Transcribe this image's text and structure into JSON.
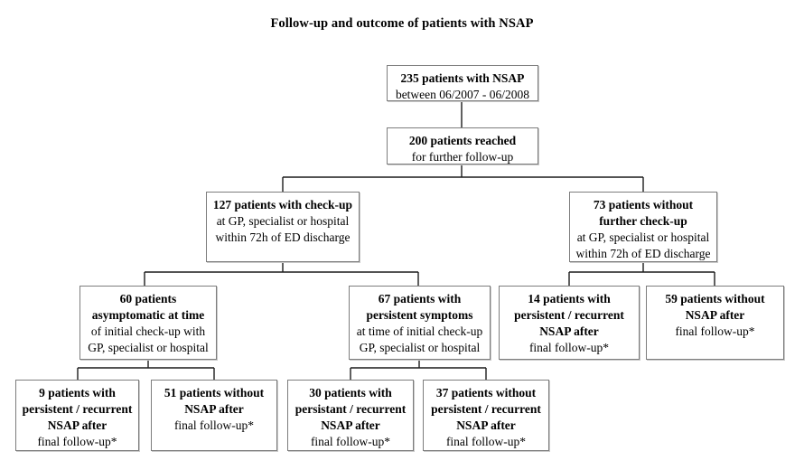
{
  "title": "Follow-up and outcome of patients with NSAP",
  "boxes": {
    "b235": {
      "lines": [
        "235 patients with NSAP",
        "between 06/2007 - 06/2008"
      ]
    },
    "b200": {
      "lines": [
        "200 patients reached",
        "for further follow-up"
      ]
    },
    "b127": {
      "lines": [
        "127 patients with check-up",
        "at GP, specialist or hospital",
        "within 72h of ED discharge"
      ]
    },
    "b73": {
      "lines": [
        "73 patients without",
        "further check-up",
        "at GP, specialist or hospital",
        "within 72h of ED discharge"
      ]
    },
    "b60": {
      "lines": [
        "60 patients",
        "asymptomatic at time",
        "of initial check-up with",
        "GP, specialist or hospital"
      ]
    },
    "b67": {
      "lines": [
        "67 patients with",
        "persistent symptoms",
        "at time of initial check-up",
        "GP, specialist or hospital"
      ]
    },
    "b14": {
      "lines": [
        "14 patients with",
        "persistent / recurrent",
        "NSAP after",
        "final follow-up*"
      ]
    },
    "b59": {
      "lines": [
        "59 patients without",
        "NSAP after",
        "final follow-up*"
      ]
    },
    "b9": {
      "lines": [
        "9 patients with",
        "persistent / recurrent",
        "NSAP after",
        "final follow-up*"
      ]
    },
    "b51": {
      "lines": [
        "51 patients without",
        "NSAP after",
        "final follow-up*"
      ]
    },
    "b30": {
      "lines": [
        "30 patients with",
        "persistant / recurrent",
        "NSAP after",
        "final follow-up*"
      ]
    },
    "b37": {
      "lines": [
        "37 patients without",
        "persistent / recurrent",
        "NSAP after",
        "final follow-up*"
      ]
    }
  }
}
